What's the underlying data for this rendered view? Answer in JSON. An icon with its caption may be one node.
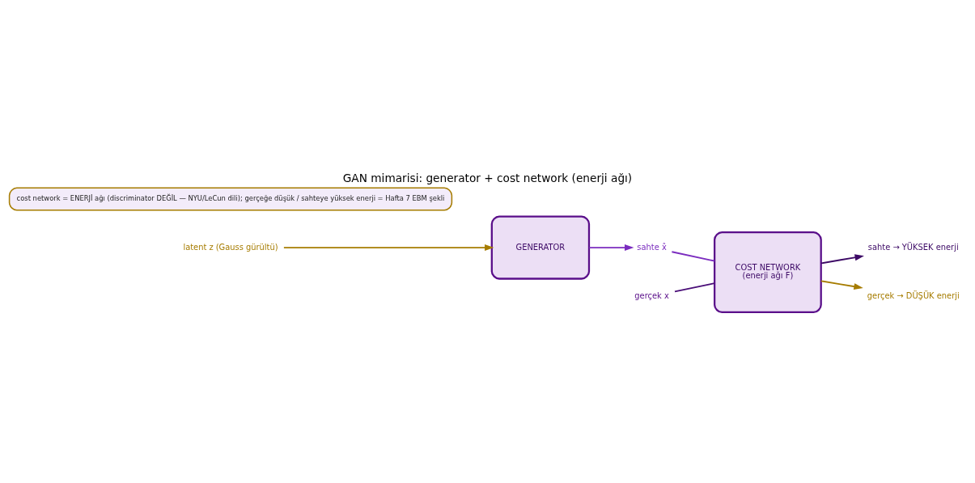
{
  "diagram": {
    "title": "GAN mimarisi: generator + cost network (enerji ağı)",
    "nodes": [
      {
        "text": [
          "latent z (Gauss gürültü)"
        ]
      },
      {
        "text": [
          "GENERATOR"
        ]
      },
      {
        "text": [
          "sahte x̂"
        ]
      },
      {
        "text": [
          "COST NETWORK",
          "(enerji ağı F)"
        ]
      },
      {
        "text": [
          "gerçek x"
        ]
      },
      {
        "text": [
          "sahte → YÜKSEK enerji"
        ]
      },
      {
        "text": [
          "gerçek → DÜŞÜK enerji"
        ]
      },
      {
        "text": [
          "cost network = ENERJİ ağı (discriminator DEĞİL — NYU/LeCun dili); gerçeğe düşük / sahteye yüksek enerji = Hafta 7 EBM şekli"
        ]
      }
    ],
    "edges": [
      {
        "from": 0,
        "to": 1,
        "arrow": "to",
        "color": "#a67c00"
      },
      {
        "from": 1,
        "to": 2,
        "arrow": "to",
        "color": "#7b2cbf"
      },
      {
        "from": 2,
        "to": 3,
        "arrow": "none",
        "color": "#7b2cbf"
      },
      {
        "from": 4,
        "to": 3,
        "arrow": "none",
        "color": "#4a0e78"
      },
      {
        "from": 3,
        "to": 5,
        "arrow": "to",
        "color": "#3d0a66"
      },
      {
        "from": 3,
        "to": 6,
        "arrow": "to",
        "color": "#a67c00"
      }
    ]
  }
}
